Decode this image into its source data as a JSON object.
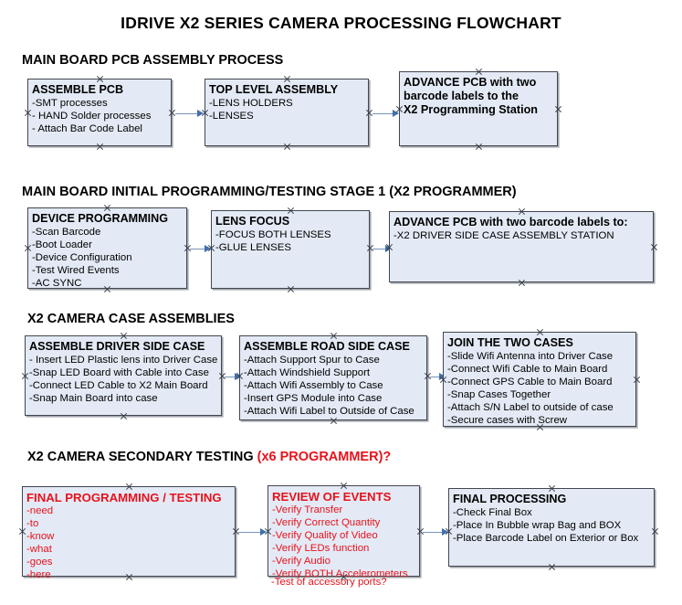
{
  "document": {
    "title": "IDRIVE X2  SERIES CAMERA PROCESSING FLOWCHART",
    "accent_color": "#e8121c",
    "node_fill": "#e3eaf5",
    "node_border": "#41464f",
    "connector_color": "#3f6fae"
  },
  "sections": [
    {
      "id": "main-board-pcb-assembly",
      "heading": "MAIN BOARD PCB ASSEMBLY PROCESS",
      "heading_accent": "",
      "nodes": [
        {
          "id": "assemble-pcb",
          "title": "ASSEMBLE PCB",
          "lines": [
            "-SMT processes",
            "- HAND Solder processes",
            "- Attach Bar Code Label"
          ],
          "color": "black"
        },
        {
          "id": "top-level-assembly",
          "title": "TOP LEVEL ASSEMBLY",
          "lines": [
            "-LENS HOLDERS",
            "-LENSES"
          ],
          "color": "black"
        },
        {
          "id": "advance-pcb-x2-programming-station",
          "title": "",
          "lines": [
            "ADVANCE PCB with two",
            "barcode labels to the",
            " X2 Programming Station"
          ],
          "color": "black",
          "all_bold": true
        }
      ]
    },
    {
      "id": "main-board-initial-programming",
      "heading": "MAIN BOARD INITIAL PROGRAMMING/TESTING STAGE 1 (X2 PROGRAMMER)",
      "heading_accent": "",
      "nodes": [
        {
          "id": "device-programming",
          "title": "DEVICE PROGRAMMING",
          "lines": [
            "-Scan Barcode",
            "-Boot Loader",
            "-Device Configuration",
            "-Test Wired Events",
            "-AC SYNC"
          ],
          "color": "black"
        },
        {
          "id": "lens-focus",
          "title": "LENS FOCUS",
          "lines": [
            "-FOCUS BOTH LENSES",
            "-GLUE LENSES"
          ],
          "color": "black"
        },
        {
          "id": "advance-pcb-driver-side-case",
          "title": "ADVANCE PCB with two barcode labels to:",
          "lines": [
            "-X2 DRIVER  SIDE  CASE  ASSEMBLY STATION"
          ],
          "color": "black"
        }
      ]
    },
    {
      "id": "x2-camera-case-assemblies",
      "heading": "X2 CAMERA CASE ASSEMBLIES",
      "heading_accent": "",
      "nodes": [
        {
          "id": "assemble-driver-side-case",
          "title": "ASSEMBLE DRIVER SIDE CASE",
          "lines": [
            "- Insert LED Plastic lens into Driver Case",
            "-Snap LED Board with Cable into Case",
            "-Connect LED Cable to X2 Main Board",
            "-Snap Main Board into case"
          ],
          "color": "black"
        },
        {
          "id": "assemble-road-side-case",
          "title": "ASSEMBLE ROAD SIDE CASE",
          "lines": [
            "-Attach Support Spur to Case",
            "-Attach Windshield Support",
            "-Attach Wifi Assembly to Case",
            "-Insert GPS Module into Case",
            "-Attach Wifi Label to Outside of Case"
          ],
          "color": "black"
        },
        {
          "id": "join-the-two-cases",
          "title": "JOIN THE TWO CASES",
          "lines": [
            "-Slide Wifi Antenna into Driver Case",
            "-Connect Wifi Cable to Main Board",
            "-Connect GPS Cable to Main Board",
            "-Snap Cases Together",
            "-Attach S/N Label to outside of case",
            "-Secure cases with Screw"
          ],
          "color": "black"
        }
      ]
    },
    {
      "id": "x2-camera-secondary-testing",
      "heading": "X2 CAMERA SECONDARY TESTING ",
      "heading_accent": "(x6 PROGRAMMER)?",
      "nodes": [
        {
          "id": "final-programming-testing",
          "title": "FINAL PROGRAMMING / TESTING",
          "lines": [
            "-need",
            "-to",
            "-know",
            "-what",
            "-goes",
            "-here"
          ],
          "color": "red"
        },
        {
          "id": "review-of-events",
          "title": "REVIEW OF EVENTS",
          "lines": [
            "-Verify Transfer",
            "-Verify Correct Quantity",
            "-Verify Quality of Video",
            "-Verify LEDs function",
            "-Verify Audio",
            "-Verify BOTH Accelerometers"
          ],
          "overflow_line": "-Test of accessory ports?",
          "color": "red"
        },
        {
          "id": "final-processing",
          "title": "FINAL PROCESSING",
          "lines": [
            " -Check Final Box",
            "-Place In Bubble wrap Bag and BOX",
            "-Place Barcode Label on Exterior or Box"
          ],
          "color": "black"
        }
      ]
    }
  ]
}
